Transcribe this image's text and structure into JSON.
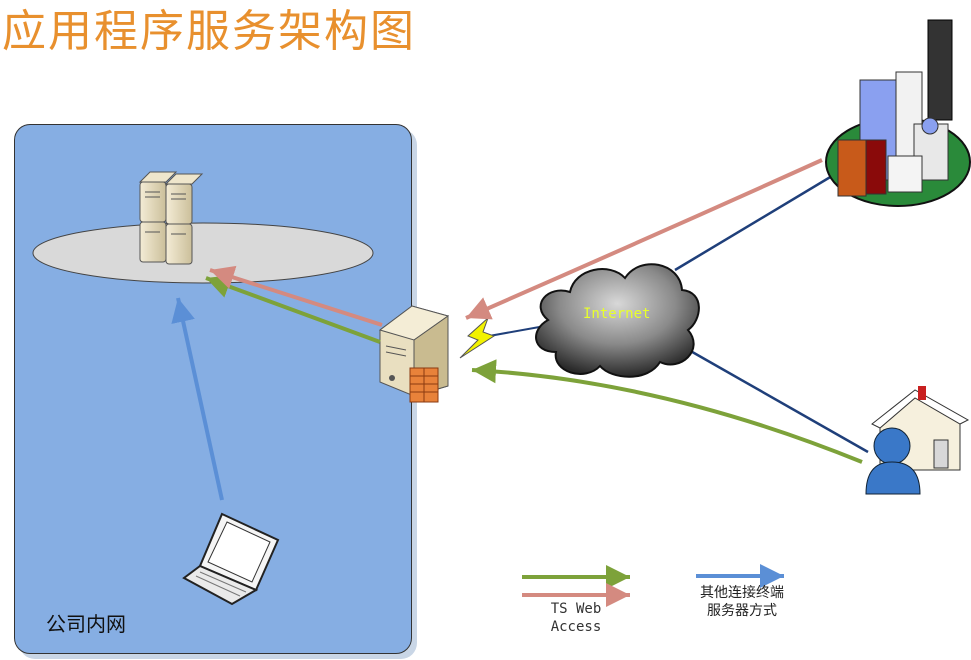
{
  "title": "应用程序服务架构图",
  "lan_label": "公司内网",
  "cloud_label": "Internet",
  "legend": {
    "ts_web_access": "TS Web\nAccess",
    "other_terminal": "其他连接终端\n服务器方式"
  },
  "colors": {
    "title": "#e8902e",
    "lan_fill": "#86aee3",
    "green_arrow": "#7da23a",
    "red_arrow": "#d48a80",
    "blue_arrow": "#5b8fd6",
    "link_line": "#1f3f7a"
  }
}
